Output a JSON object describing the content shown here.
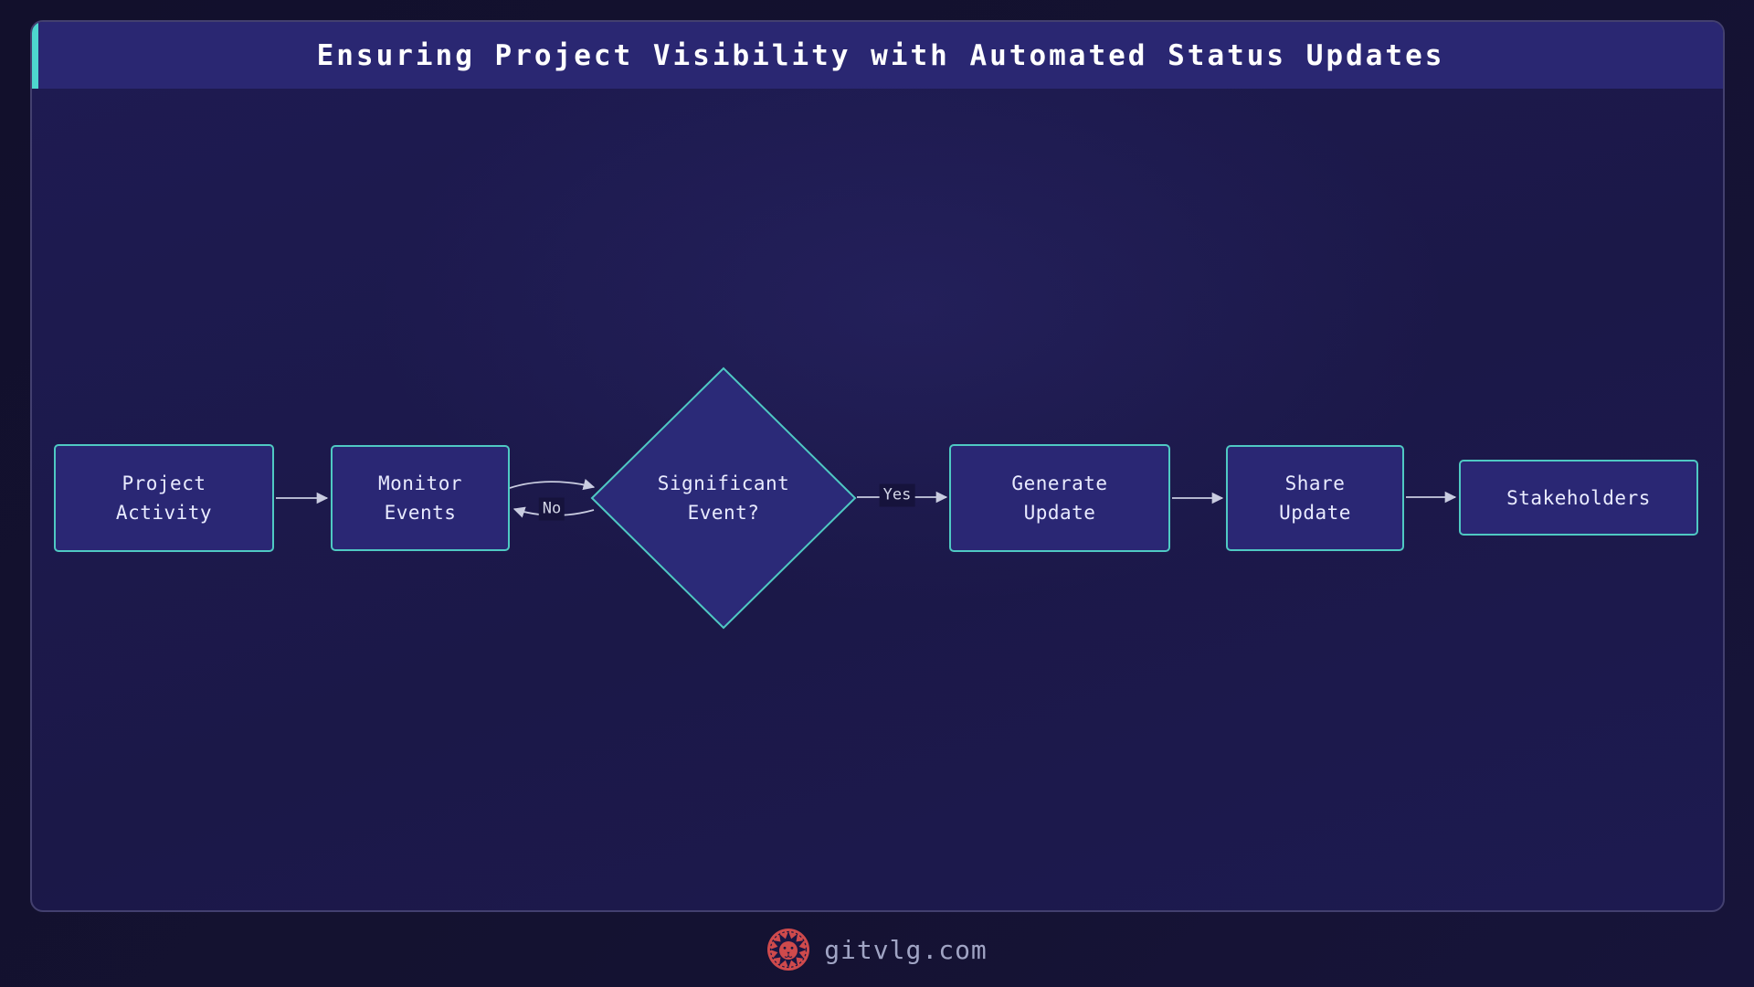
{
  "title": "Ensuring Project Visibility with Automated Status Updates",
  "flowchart": {
    "nodes": [
      {
        "id": "project-activity",
        "type": "rect",
        "label": "Project\nActivity"
      },
      {
        "id": "monitor-events",
        "type": "rect",
        "label": "Monitor\nEvents"
      },
      {
        "id": "significant-event",
        "type": "diamond",
        "label": "Significant\nEvent?"
      },
      {
        "id": "generate-update",
        "type": "rect",
        "label": "Generate\nUpdate"
      },
      {
        "id": "share-update",
        "type": "rect",
        "label": "Share\nUpdate"
      },
      {
        "id": "stakeholders",
        "type": "rect",
        "label": "Stakeholders"
      }
    ],
    "edges": [
      {
        "from": "project-activity",
        "to": "monitor-events",
        "label": ""
      },
      {
        "from": "monitor-events",
        "to": "significant-event",
        "label": ""
      },
      {
        "from": "significant-event",
        "to": "monitor-events",
        "label": "No"
      },
      {
        "from": "significant-event",
        "to": "generate-update",
        "label": "Yes"
      },
      {
        "from": "generate-update",
        "to": "share-update",
        "label": ""
      },
      {
        "from": "share-update",
        "to": "stakeholders",
        "label": ""
      }
    ]
  },
  "footer": {
    "brand": "gitvlg.com",
    "logo": "lion-icon"
  },
  "theme": {
    "page_bg": "#131129",
    "panel_bg": "#1c1950",
    "panel_border": "#43406f",
    "titlebar_bg": "#2a2772",
    "accent_teal": "#4dd6ce",
    "node_border": "#4fc9c3",
    "node_fill": "#2a2774",
    "node_text": "#e9ebff",
    "edge_color": "#c9cce0",
    "edge_label_bg": "#16133c",
    "edge_label_text": "#d2d5e6",
    "logo_red": "#cf4a4c",
    "footer_text": "#a0a4c4"
  }
}
